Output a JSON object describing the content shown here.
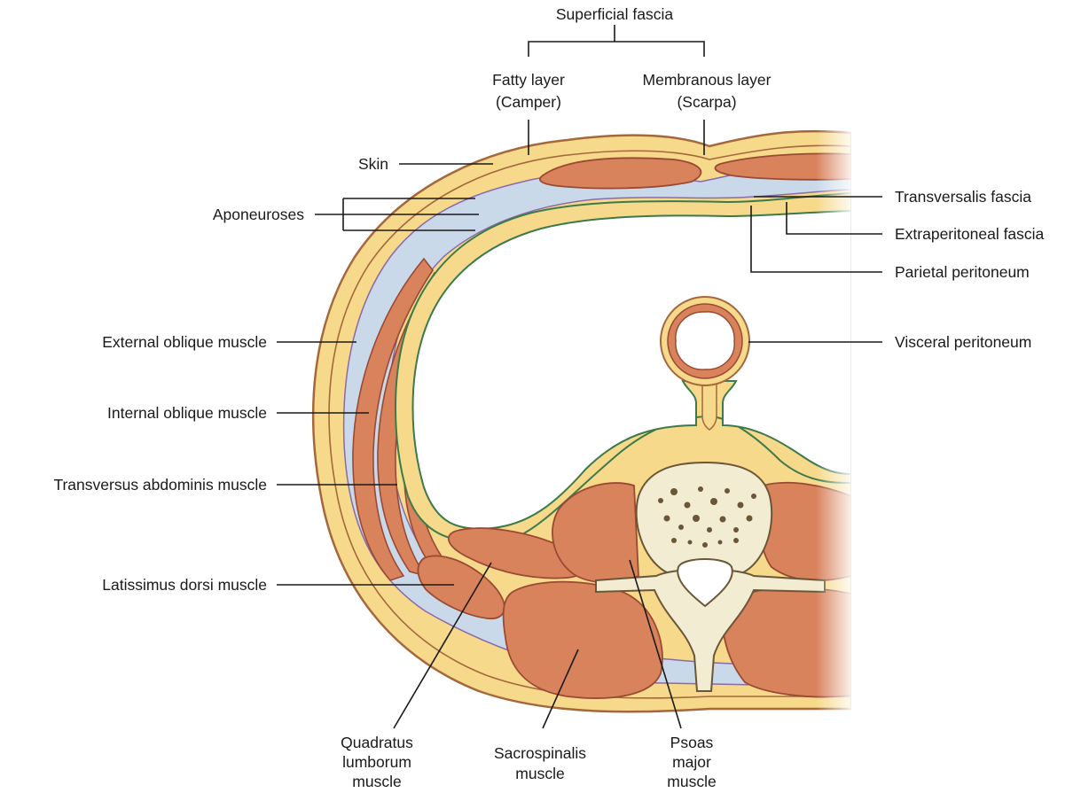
{
  "labels": {
    "superficial_fascia": "Superficial fascia",
    "fatty_layer_1": "Fatty layer",
    "fatty_layer_2": "(Camper)",
    "membranous_layer_1": "Membranous layer",
    "membranous_layer_2": "(Scarpa)",
    "skin": "Skin",
    "aponeuroses": "Aponeuroses",
    "transversalis_fascia": "Transversalis fascia",
    "extraperitoneal_fascia": "Extraperitoneal fascia",
    "parietal_peritoneum": "Parietal peritoneum",
    "visceral_peritoneum": "Visceral peritoneum",
    "external_oblique": "External oblique muscle",
    "internal_oblique": "Internal oblique muscle",
    "transversus_abdominis": "Transversus abdominis muscle",
    "latissimus_dorsi": "Latissimus dorsi muscle",
    "quadratus_1": "Quadratus",
    "quadratus_2": "lumborum",
    "quadratus_3": "muscle",
    "sacrospinalis_1": "Sacrospinalis",
    "sacrospinalis_2": "muscle",
    "psoas_1": "Psoas",
    "psoas_2": "major",
    "psoas_3": "muscle"
  },
  "colors": {
    "fat": "#f6d98a",
    "fat_edge": "#a4683d",
    "muscle": "#d9835d",
    "muscle_edge": "#9a4a33",
    "aponeurosis": "#c9d9ea",
    "fascia_line": "#8a6aa8",
    "peritoneum": "#3c7a4a",
    "bone": "#f1ecd2",
    "bone_spongy": "#6b5638"
  }
}
